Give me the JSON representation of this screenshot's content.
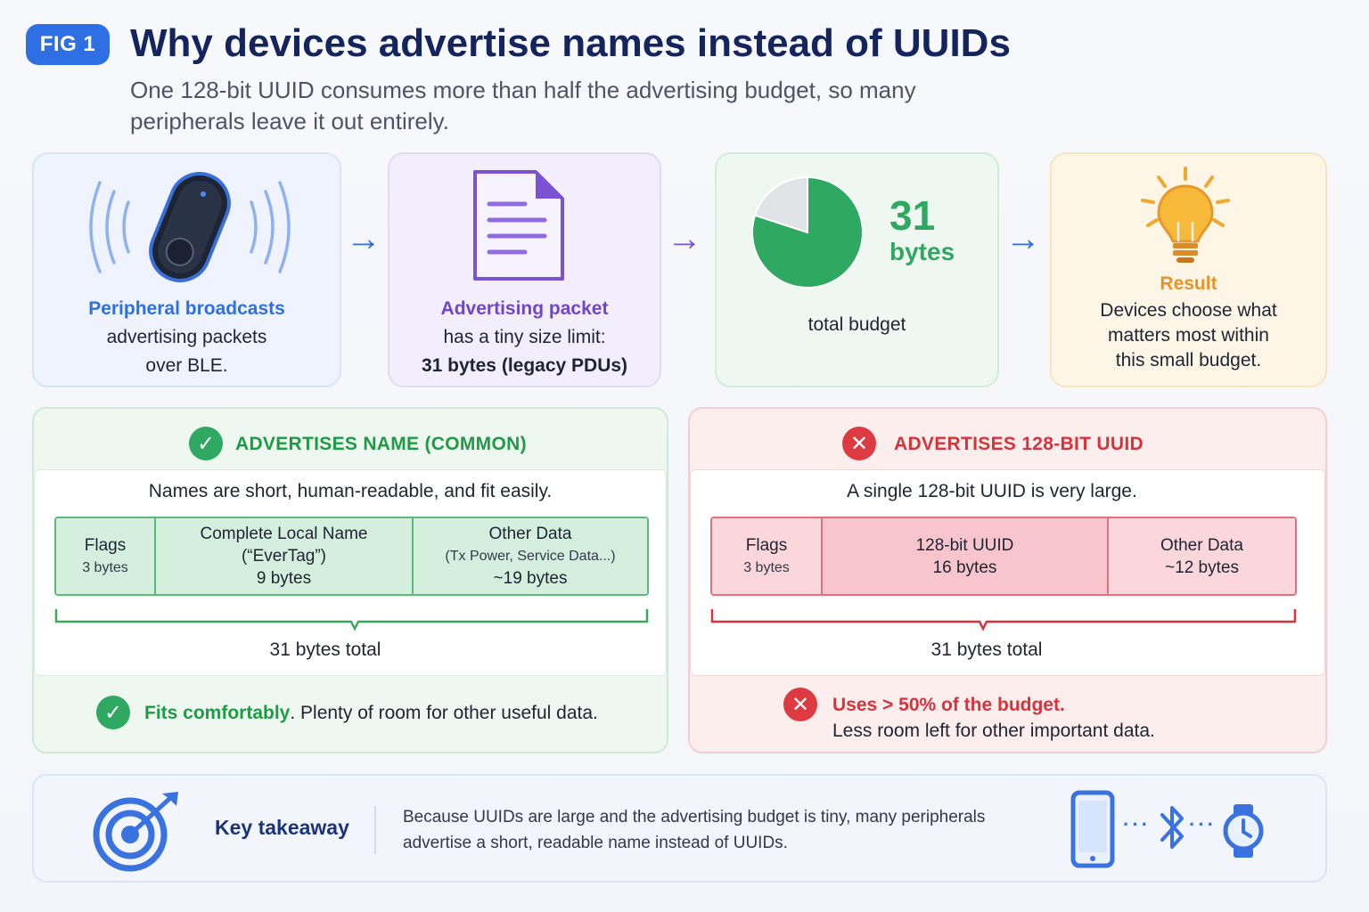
{
  "header": {
    "badge": "FIG 1",
    "title": "Why devices advertise names instead of UUIDs",
    "subtitle": "One 128-bit UUID consumes more than half the advertising budget, so many peripherals leave it out entirely."
  },
  "steps": [
    {
      "head": "Peripheral broadcasts",
      "line1": "advertising packets",
      "line2": "over BLE.",
      "color": "#2f6fe4"
    },
    {
      "head": "Advertising packet",
      "line1": "has a tiny size limit:",
      "line2": "31 bytes (legacy PDUs)",
      "color": "#7046c8"
    },
    {
      "number": "31",
      "unit": "bytes",
      "caption": "total budget",
      "color": "#2fa862"
    },
    {
      "head": "Result",
      "line1": "Devices choose what",
      "line2": "matters most within",
      "line3": "this small budget.",
      "color": "#e8932a"
    }
  ],
  "colors": {
    "green": "#2fa862",
    "green_text": "#1f9a45",
    "red": "#dd3a41",
    "red_text": "#d8323a",
    "blue": "#2f6fe4",
    "purple": "#7b52d4",
    "gray_slice": "#e1e4e6"
  },
  "name_panel": {
    "title": "ADVERTISES NAME (COMMON)",
    "lead": "Names are short, human-readable, and fit easily.",
    "segments": [
      {
        "label": "Flags",
        "sub": "3 bytes",
        "bytes": 3
      },
      {
        "label": "Complete Local Name",
        "label2": "(“EverTag”)",
        "sub": "9 bytes",
        "bytes": 9
      },
      {
        "label": "Other Data",
        "label2": "(Tx Power, Service Data...)",
        "sub": "~19 bytes",
        "bytes": 19
      }
    ],
    "total": "31 bytes total",
    "verdict_strong": "Fits comfortably",
    "verdict_rest": ". Plenty of room for other useful data."
  },
  "uuid_panel": {
    "title": "ADVERTISES 128-BIT UUID",
    "lead": "A single 128-bit UUID is very large.",
    "segments": [
      {
        "label": "Flags",
        "sub": "3 bytes",
        "bytes": 3
      },
      {
        "label": "128-bit UUID",
        "sub": "16 bytes",
        "bytes": 16
      },
      {
        "label": "Other Data",
        "sub": "~12 bytes",
        "bytes": 12
      }
    ],
    "total": "31 bytes total",
    "verdict_strong": "Uses > 50% of the budget.",
    "verdict_rest": "Less room left for other important data."
  },
  "takeaway": {
    "label": "Key takeaway",
    "line1": "Because UUIDs are large and the advertising budget is tiny, many peripherals",
    "line2": "advertise a short, readable name instead of UUIDs."
  },
  "icons": {
    "tracker": "ble-tracker-icon",
    "document": "document-icon",
    "pie": "budget-pie-icon",
    "bulb": "lightbulb-icon",
    "target": "target-icon",
    "phone": "phone-icon",
    "bluetooth": "bluetooth-icon",
    "watch": "watch-icon"
  },
  "budget_pie": {
    "used_fraction": 0.8,
    "remaining_fraction": 0.2
  }
}
